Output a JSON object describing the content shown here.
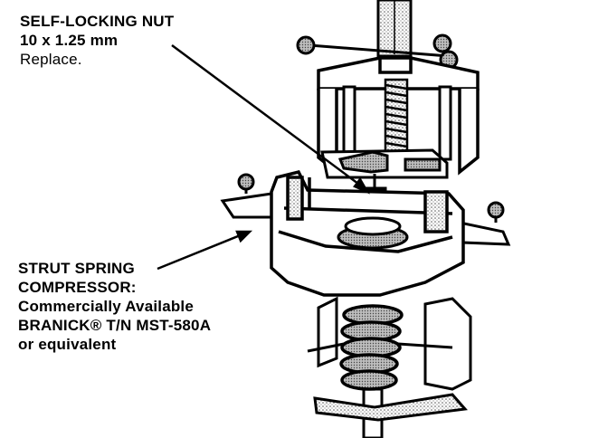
{
  "callouts": {
    "nut": {
      "title": "SELF-LOCKING NUT",
      "size": "10 x 1.25 mm",
      "note": "Replace."
    },
    "compressor": {
      "line1": "STRUT SPRING",
      "line2": "COMPRESSOR:",
      "line3": "Commercially Available",
      "line4": "BRANICK® T/N MST-580A",
      "line5": "or equivalent"
    }
  },
  "colors": {
    "ink": "#000000",
    "paper": "#ffffff",
    "shade": "#9a9a9a"
  }
}
